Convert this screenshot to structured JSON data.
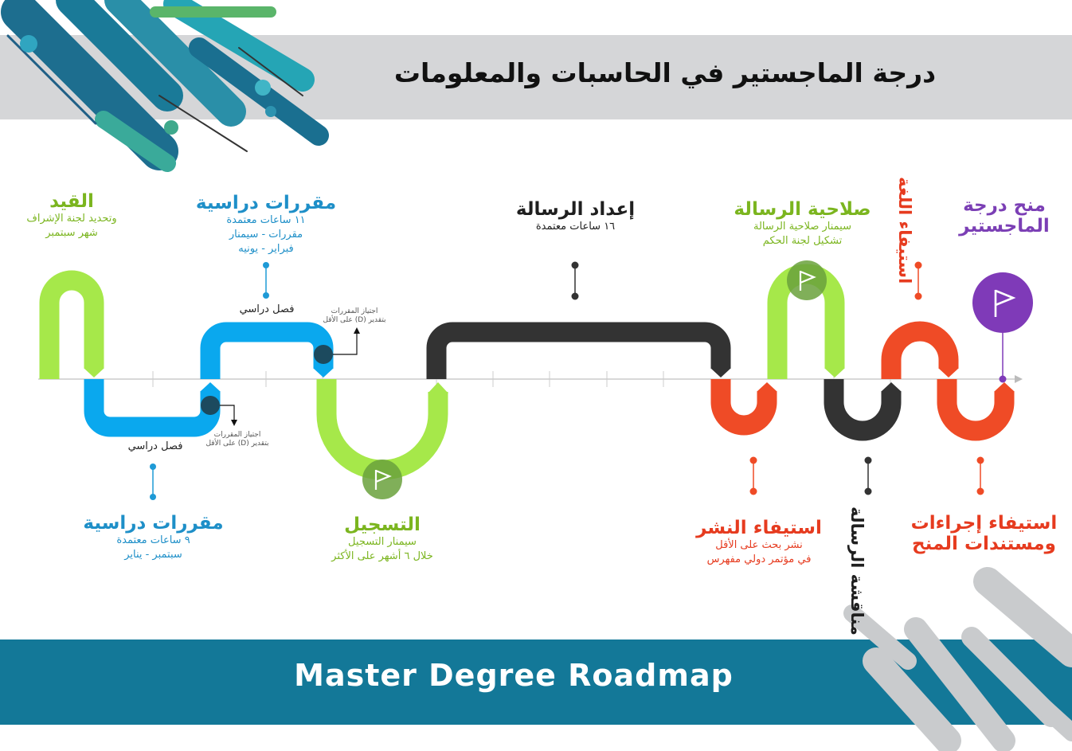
{
  "title": "درجة الماجستير في الحاسبات والمعلومات",
  "footer_title": "Master Degree Roadmap",
  "colors": {
    "green": "#a6e84a",
    "blue": "#0aa8ee",
    "dark": "#333333",
    "red": "#ef4b26",
    "purple": "#7f3ab8",
    "teal": "#137898",
    "header_gray": "#d5d6d8"
  },
  "steps": {
    "enrollment": {
      "title": "القيد",
      "lines": [
        "وتحديد لجنة الإشراف",
        "شهر سبتمبر"
      ]
    },
    "courses_term1": {
      "title": "مقررات دراسية",
      "lines": [
        "٩ ساعات معتمدة",
        "سبتمبر - يناير"
      ],
      "label": "فصل دراسي"
    },
    "courses_term2": {
      "title": "مقررات دراسية",
      "lines": [
        "١١ ساعات معتمدة",
        "مقررات - سيمنار",
        "فبراير - يونيه"
      ],
      "label": "فصل دراسي"
    },
    "pass_note_1": [
      "اجتياز المقررات",
      "بتقدير (D) على الأقل"
    ],
    "pass_note_2": [
      "اجتياز المقررات",
      "بتقدير (D) على الأقل"
    ],
    "registration": {
      "title": "التسجيل",
      "lines": [
        "سيمنار التسجيل",
        "خلال ٦ أشهر على الأكثر"
      ]
    },
    "thesis_prep": {
      "title": "إعداد الرسالة",
      "lines": [
        "١٦ ساعات معتمدة"
      ]
    },
    "publication": {
      "title": "استيفاء النشر",
      "lines": [
        "نشر بحث على الأقل",
        "في مؤتمر دولي مفهرس"
      ]
    },
    "thesis_validity": {
      "title": "صلاحية الرسالة",
      "lines": [
        "سيمنار صلاحية الرسالة",
        "تشكيل لجنة الحكم"
      ]
    },
    "defense": {
      "title": "مناقشة الرسالة"
    },
    "language": {
      "title": "استيفاء اللغة"
    },
    "procedures": {
      "title": "استيفاء إجراءات ومستندات المنح"
    },
    "award": {
      "title": "منح درجة الماجستير"
    }
  },
  "icons": [
    "flag-icon",
    "flag-icon",
    "flag-icon",
    "flag-icon"
  ]
}
